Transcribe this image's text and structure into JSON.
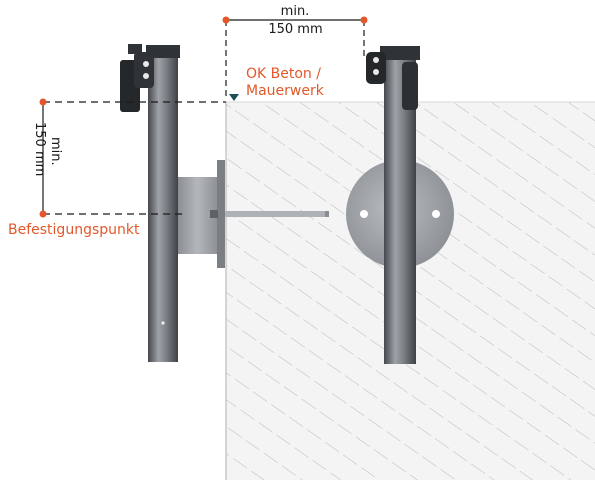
{
  "labels": {
    "top_dim_line1": "min.",
    "top_dim_line2": "150 mm",
    "left_dim_line1": "min.",
    "left_dim_line2": "150 mm",
    "top_surface_line1": "OK Beton /",
    "top_surface_line2": "Mauerwerk",
    "fixing_point": "Befestigungspunkt"
  },
  "colors": {
    "accent": "#e2582a",
    "surface_marker": "#1f4e55",
    "dimension": "#1a1a1a",
    "post": "#7f8388",
    "post_dark": "#3e4247",
    "wall_hatch": "#9a9a9a"
  }
}
